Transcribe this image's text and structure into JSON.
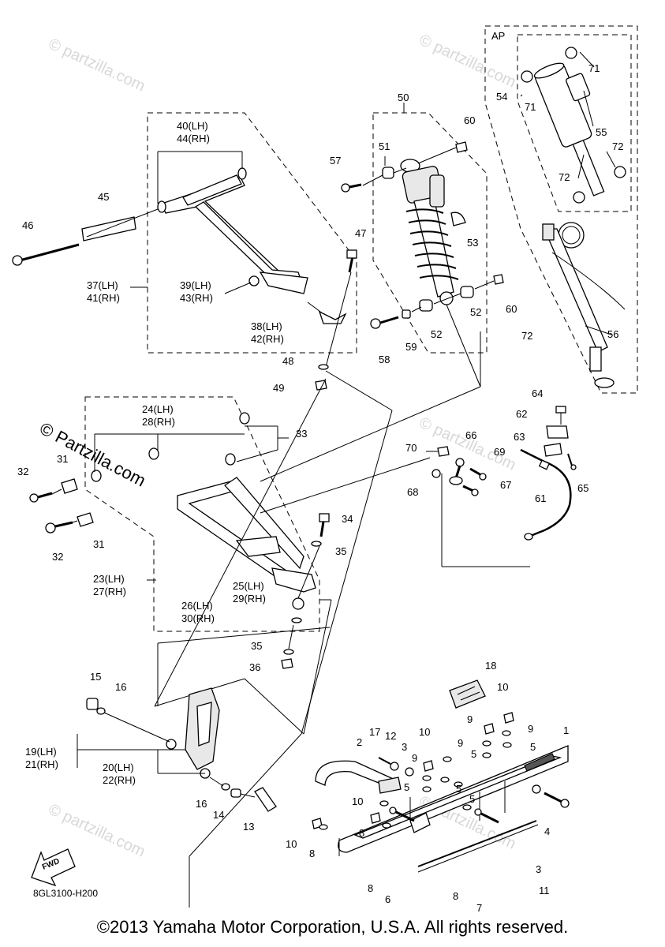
{
  "diagram": {
    "code": "8GL3100-H200",
    "copyright": "©2013 Yamaha Motor Corporation, U.S.A. All rights reserved.",
    "watermark": "© Partzilla.com",
    "watermark_faint": "© partzilla.com",
    "fwd_label": "FWD",
    "ap_label": "AP"
  },
  "callouts": {
    "c1": "1",
    "c2": "2",
    "c3a": "3",
    "c3b": "3",
    "c4": "4",
    "c5a": "5",
    "c5b": "5",
    "c5c": "5",
    "c5d": "5",
    "c5e": "5",
    "c6": "6",
    "c7": "7",
    "c8a": "8",
    "c8b": "8",
    "c8c": "8",
    "c8d": "8",
    "c9a": "9",
    "c9b": "9",
    "c9c": "9",
    "c9d": "9",
    "c10a": "10",
    "c10b": "10",
    "c10c": "10",
    "c10d": "10",
    "c11": "11",
    "c12": "12",
    "c13": "13",
    "c14": "14",
    "c15": "15",
    "c16a": "16",
    "c16b": "16",
    "c17": "17",
    "c18": "18",
    "c19": "19(LH)",
    "c21": "21(RH)",
    "c20": "20(LH)",
    "c22": "22(RH)",
    "c23": "23(LH)",
    "c27": "27(RH)",
    "c24": "24(LH)",
    "c28": "28(RH)",
    "c25": "25(LH)",
    "c29": "29(RH)",
    "c26": "26(LH)",
    "c30": "30(RH)",
    "c31a": "31",
    "c31b": "31",
    "c32a": "32",
    "c32b": "32",
    "c33": "33",
    "c34": "34",
    "c35a": "35",
    "c35b": "35",
    "c36": "36",
    "c37": "37(LH)",
    "c41": "41(RH)",
    "c38": "38(LH)",
    "c42": "42(RH)",
    "c39": "39(LH)",
    "c43": "43(RH)",
    "c40": "40(LH)",
    "c44": "44(RH)",
    "c45": "45",
    "c46": "46",
    "c47": "47",
    "c48": "48",
    "c49": "49",
    "c50": "50",
    "c51": "51",
    "c52a": "52",
    "c52b": "52",
    "c53": "53",
    "c54": "54",
    "c55": "55",
    "c56": "56",
    "c57": "57",
    "c58": "58",
    "c59": "59",
    "c60a": "60",
    "c60b": "60",
    "c61": "61",
    "c62": "62",
    "c63": "63",
    "c64": "64",
    "c65": "65",
    "c66": "66",
    "c67": "67",
    "c68": "68",
    "c69": "69",
    "c70": "70",
    "c71a": "71",
    "c71b": "71",
    "c72a": "72",
    "c72b": "72",
    "c72c": "72"
  }
}
